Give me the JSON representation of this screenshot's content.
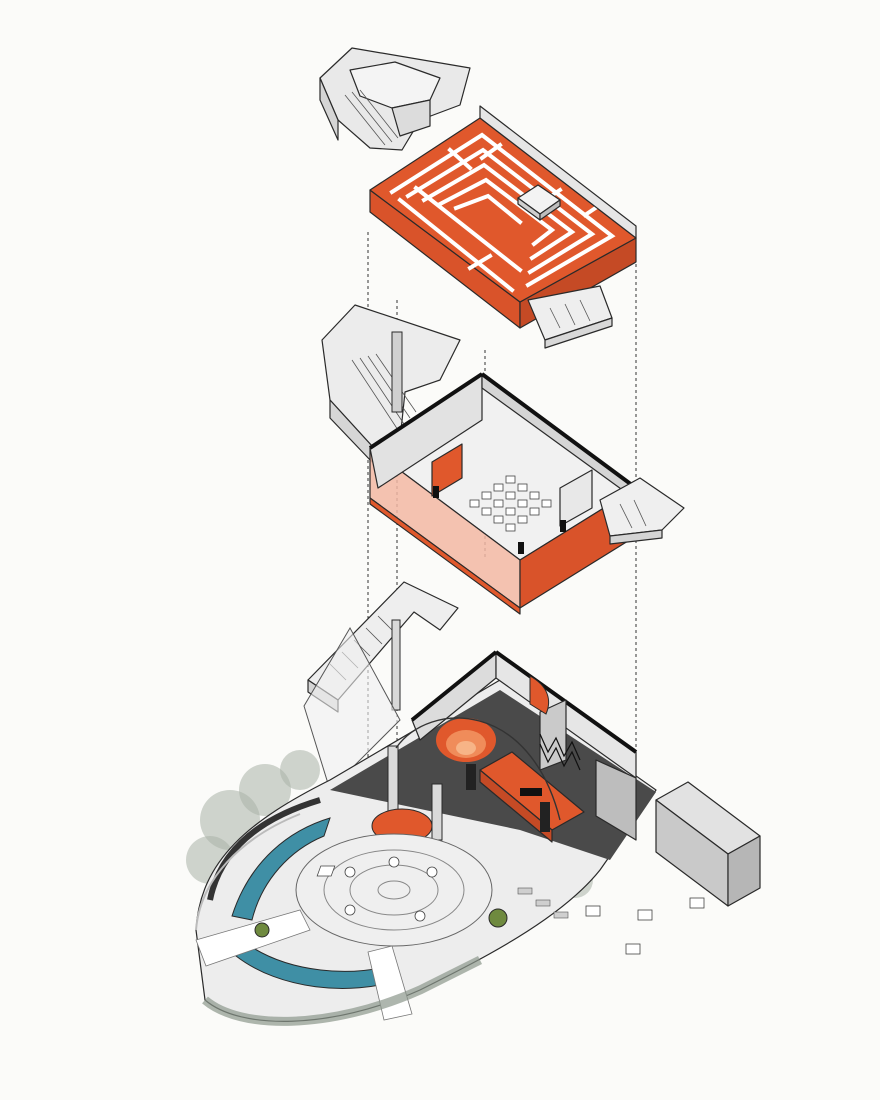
{
  "diagram": {
    "type": "exploded-axonometric",
    "levels": [
      "roof",
      "upper-floor",
      "ground-floor"
    ],
    "colors": {
      "accent": "#e0582c",
      "accent_light": "#f2b7a3",
      "wall": "#ececec",
      "wall_shade": "#d3d3d3",
      "floor_dark": "#4a4a4a",
      "water": "#3f8fa5",
      "plaza": "#e6e6e6",
      "greenery": "#9aa69a",
      "outline": "#2a2a2a"
    },
    "elements": [
      "roof-labyrinth-slab",
      "roof-skylight",
      "upper-floor-room",
      "seating-rows",
      "stair-block",
      "ground-floor-shell",
      "circular-plaza",
      "reflecting-pool",
      "bar-counter",
      "outdoor-tables",
      "annex-block",
      "trees"
    ]
  }
}
